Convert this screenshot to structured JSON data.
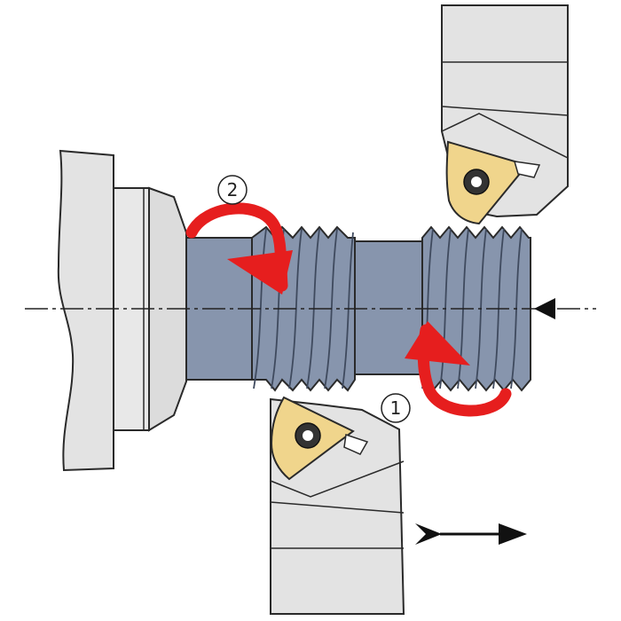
{
  "colors": {
    "background": "#ffffff",
    "workpiece": "#8795ad",
    "workpiece_dark": "#6f7e98",
    "thread_line": "#3f4a5e",
    "holder": "#e3e3e3",
    "holder_shade": "#cfcfcf",
    "outline": "#2a2a2a",
    "insert": "#f0d58c",
    "insert_edge": "#d9b85a",
    "rotation_arrow": "#e61e1e",
    "feed_arrow": "#111111"
  },
  "labels": {
    "step_top": "2",
    "step_bottom": "1"
  },
  "icons": {
    "rotation_top": "curved-rotation-arrow",
    "rotation_bottom": "curved-rotation-arrow",
    "feed_right": "feed-direction-arrow",
    "approach_left": "approach-arrow"
  }
}
